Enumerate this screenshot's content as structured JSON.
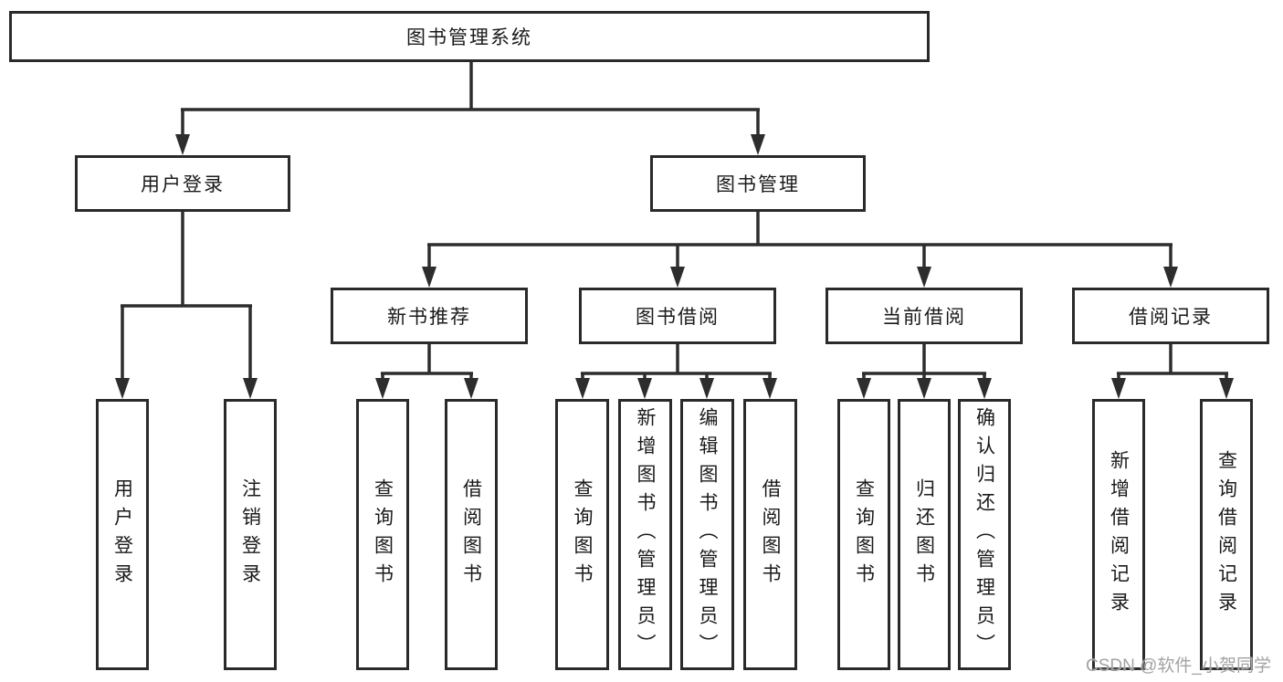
{
  "title": "图书管理系统",
  "tree": {
    "label": "图书管理系统",
    "children": [
      {
        "label": "用户登录",
        "children": [
          {
            "label": "用户登录"
          },
          {
            "label": "注销登录"
          }
        ]
      },
      {
        "label": "图书管理",
        "children": [
          {
            "label": "新书推荐",
            "children": [
              {
                "label": "查询图书"
              },
              {
                "label": "借阅图书"
              }
            ]
          },
          {
            "label": "图书借阅",
            "children": [
              {
                "label": "查询图书"
              },
              {
                "label": "新增图书（管理员）"
              },
              {
                "label": "编辑图书（管理员）"
              },
              {
                "label": "借阅图书"
              }
            ]
          },
          {
            "label": "当前借阅",
            "children": [
              {
                "label": "查询图书"
              },
              {
                "label": "归还图书"
              },
              {
                "label": "确认归还（管理员）"
              }
            ]
          },
          {
            "label": "借阅记录",
            "children": [
              {
                "label": "新增借阅记录"
              },
              {
                "label": "查询借阅记录"
              }
            ]
          }
        ]
      }
    ]
  },
  "watermark": "CSDN @软件_小贺同学",
  "colors": {
    "background": "#ffffff",
    "line": "#2d2d2d",
    "box_border": "#2a2a2a",
    "text": "#1a1a1a",
    "watermark": "#a3a3a3"
  }
}
